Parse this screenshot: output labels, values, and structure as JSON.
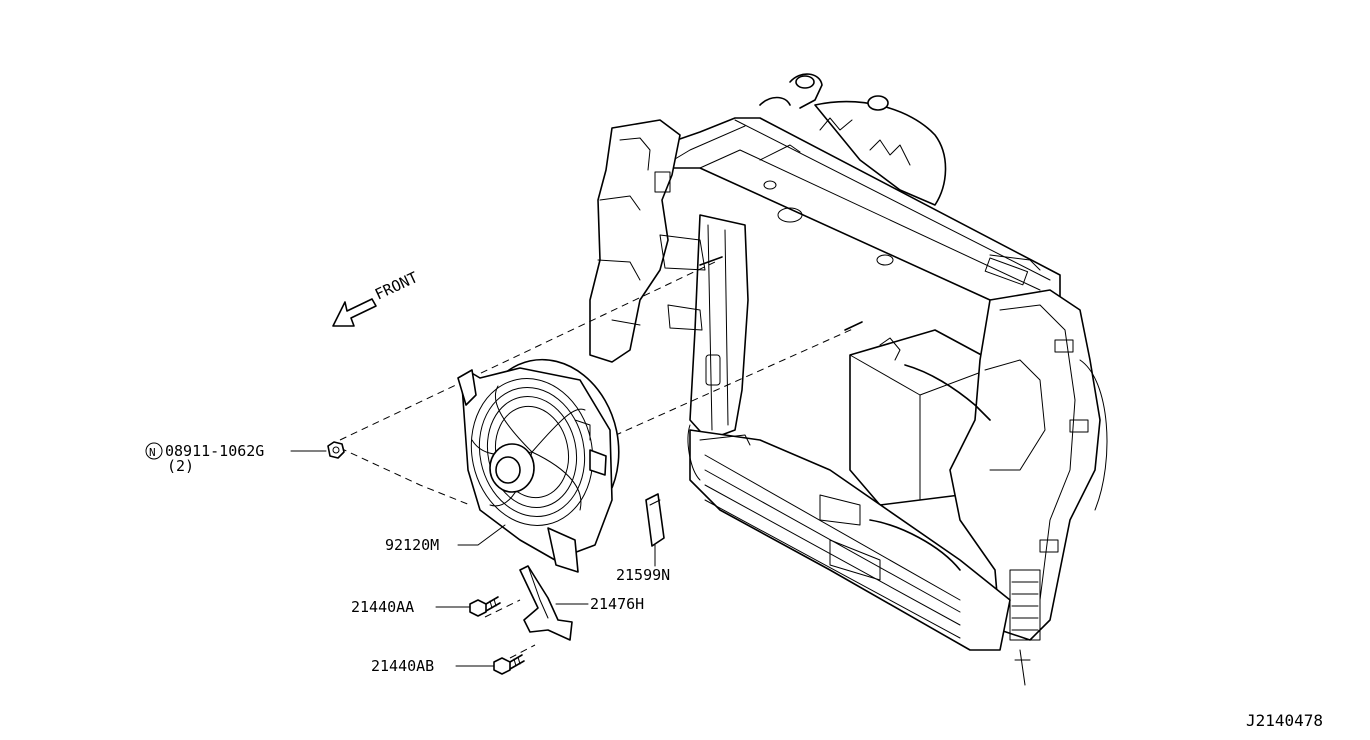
{
  "diagram": {
    "direction_label": "FRONT",
    "parts": {
      "nut": {
        "symbol": "N",
        "part_number": "08911-1062G",
        "quantity": "(2)"
      },
      "fan_motor": {
        "part_number": "92120M"
      },
      "seal": {
        "part_number": "21599N"
      },
      "bolt_upper": {
        "part_number": "21440AA"
      },
      "bracket": {
        "part_number": "21476H"
      },
      "bolt_lower": {
        "part_number": "21440AB"
      }
    },
    "figure_code": "J2140478"
  }
}
